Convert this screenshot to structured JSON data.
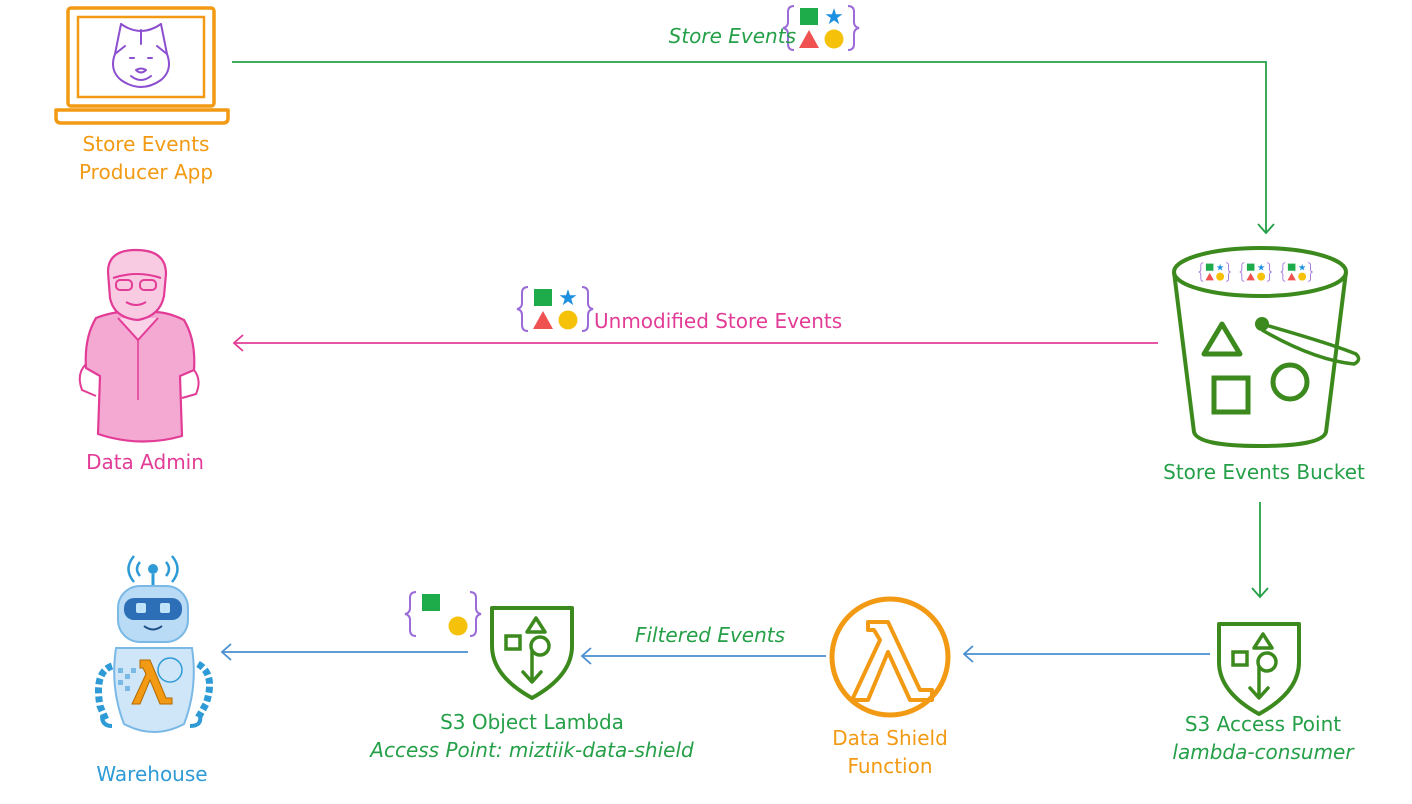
{
  "colors": {
    "orange": "#F29A13",
    "green": "#25A048",
    "dark_green": "#3C8A1E",
    "pink": "#E23C97",
    "blue": "#4A8FD0",
    "purple": "#9B6BD8",
    "token_green": "#1EAB4A",
    "token_blue": "#1E90E0",
    "token_red": "#F05252",
    "token_yellow": "#F6C109"
  },
  "nodes": {
    "producer": {
      "line1": "Store Events",
      "line2": "Producer App",
      "icon": "laptop-dog-icon"
    },
    "admin": {
      "label": "Data Admin",
      "icon": "person-icon"
    },
    "bucket": {
      "label": "Store Events Bucket",
      "icon": "s3-bucket-icon"
    },
    "access_point": {
      "line1": "S3 Access Point",
      "line2": "lambda-consumer",
      "icon": "shield-access-point-icon"
    },
    "function": {
      "line1": "Data Shield",
      "line2": "Function",
      "icon": "lambda-icon"
    },
    "object_lambda": {
      "line1": "S3 Object Lambda",
      "line2": "Access Point: miztiik-data-shield",
      "icon": "shield-access-point-icon"
    },
    "warehouse": {
      "label": "Warehouse",
      "icon": "robot-icon"
    }
  },
  "edges": {
    "store_events": "Store Events",
    "unmodified": "Unmodified Store Events",
    "filtered": "Filtered Events"
  }
}
